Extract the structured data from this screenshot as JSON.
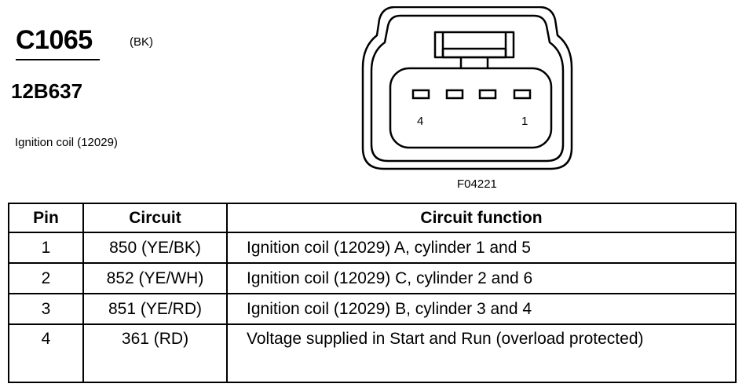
{
  "connector": {
    "id": "C1065",
    "color": "(BK)",
    "part_number": "12B637",
    "description": "Ignition coil (12029)",
    "figure_id": "F04221",
    "pin_labels": {
      "left": "4",
      "right": "1"
    }
  },
  "table": {
    "headers": [
      "Pin",
      "Circuit",
      "Circuit function"
    ],
    "rows": [
      {
        "pin": "1",
        "circuit": "850 (YE/BK)",
        "function": "Ignition coil (12029) A, cylinder 1 and 5"
      },
      {
        "pin": "2",
        "circuit": "852 (YE/WH)",
        "function": "Ignition coil (12029) C, cylinder 2 and 6"
      },
      {
        "pin": "3",
        "circuit": "851 (YE/RD)",
        "function": "Ignition coil (12029) B, cylinder 3 and 4"
      },
      {
        "pin": "4",
        "circuit": "361 (RD)",
        "function": "Voltage supplied in Start and Run (overload protected)"
      }
    ]
  }
}
